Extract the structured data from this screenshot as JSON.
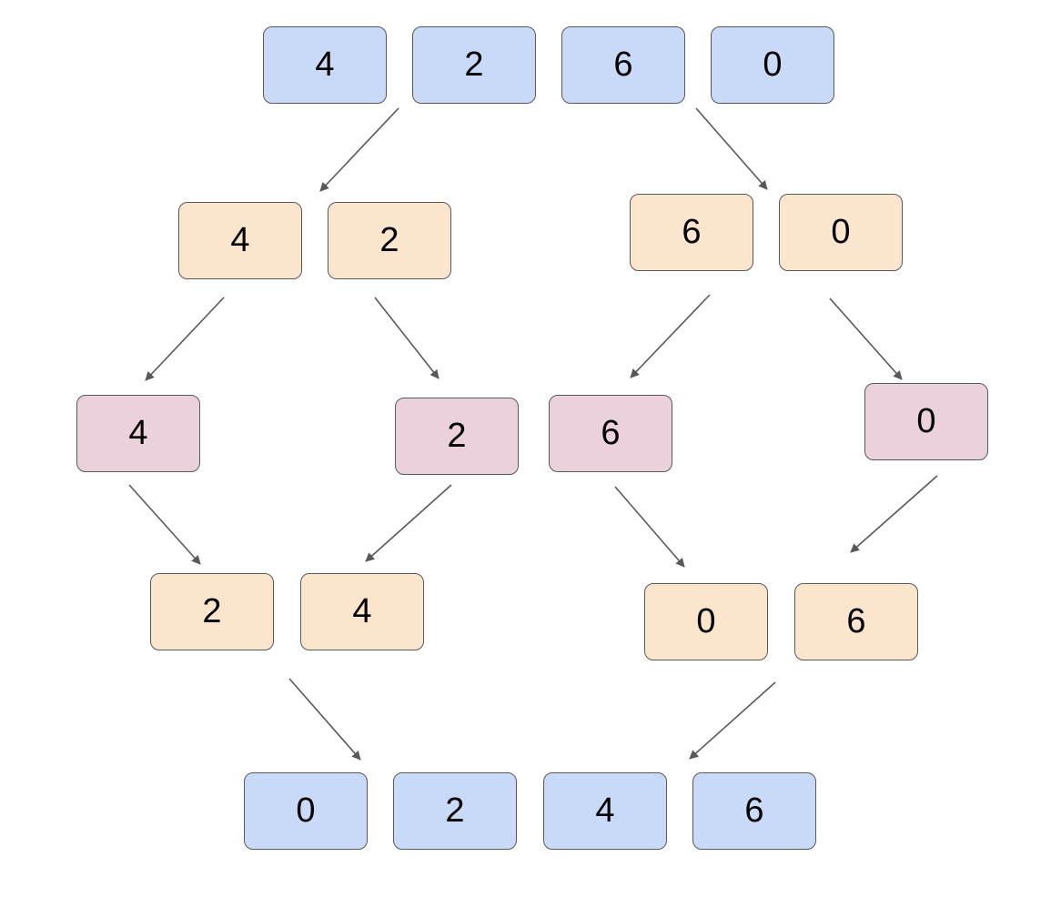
{
  "colors": {
    "blue": "#c9daf8",
    "peach": "#fce5cd",
    "pink": "#ead1dc",
    "border": "#595959",
    "arrow": "#595959"
  },
  "levels": {
    "input": [
      "4",
      "2",
      "6",
      "0"
    ],
    "split_left": [
      "4",
      "2"
    ],
    "split_right": [
      "6",
      "0"
    ],
    "singles": [
      "4",
      "2",
      "6",
      "0"
    ],
    "merged_left": [
      "2",
      "4"
    ],
    "merged_right": [
      "0",
      "6"
    ],
    "output": [
      "0",
      "2",
      "4",
      "6"
    ]
  }
}
